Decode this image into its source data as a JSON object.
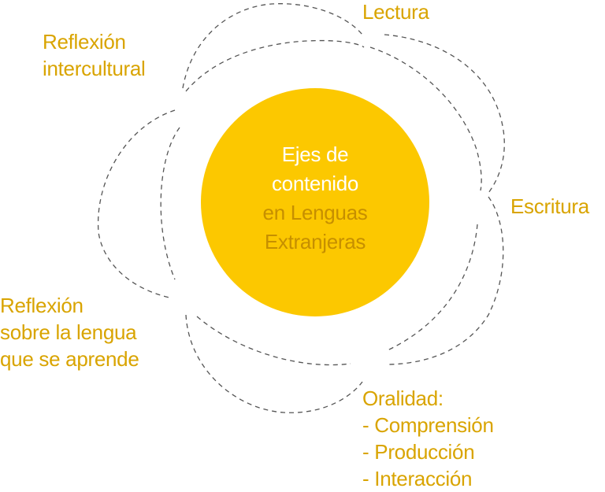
{
  "colors": {
    "center_circle": "#fcc800",
    "label_text": "#d9a400",
    "center_text_light": "#ffffff",
    "center_text_dark": "#c68f00",
    "dashed_arc": "#555555"
  },
  "center": {
    "lines": [
      "Ejes de",
      "contenido",
      "en Lenguas",
      "Extranjeras"
    ]
  },
  "petals": {
    "lectura": "Lectura",
    "escritura": "Escritura",
    "oralidad": [
      "Oralidad:",
      "- Comprensión",
      "- Producción",
      "- Interacción"
    ],
    "reflexion_lengua": [
      "Reflexión",
      "sobre la lengua",
      "que se aprende"
    ],
    "reflexion_intercultural": [
      "Reflexión",
      "intercultural"
    ]
  }
}
